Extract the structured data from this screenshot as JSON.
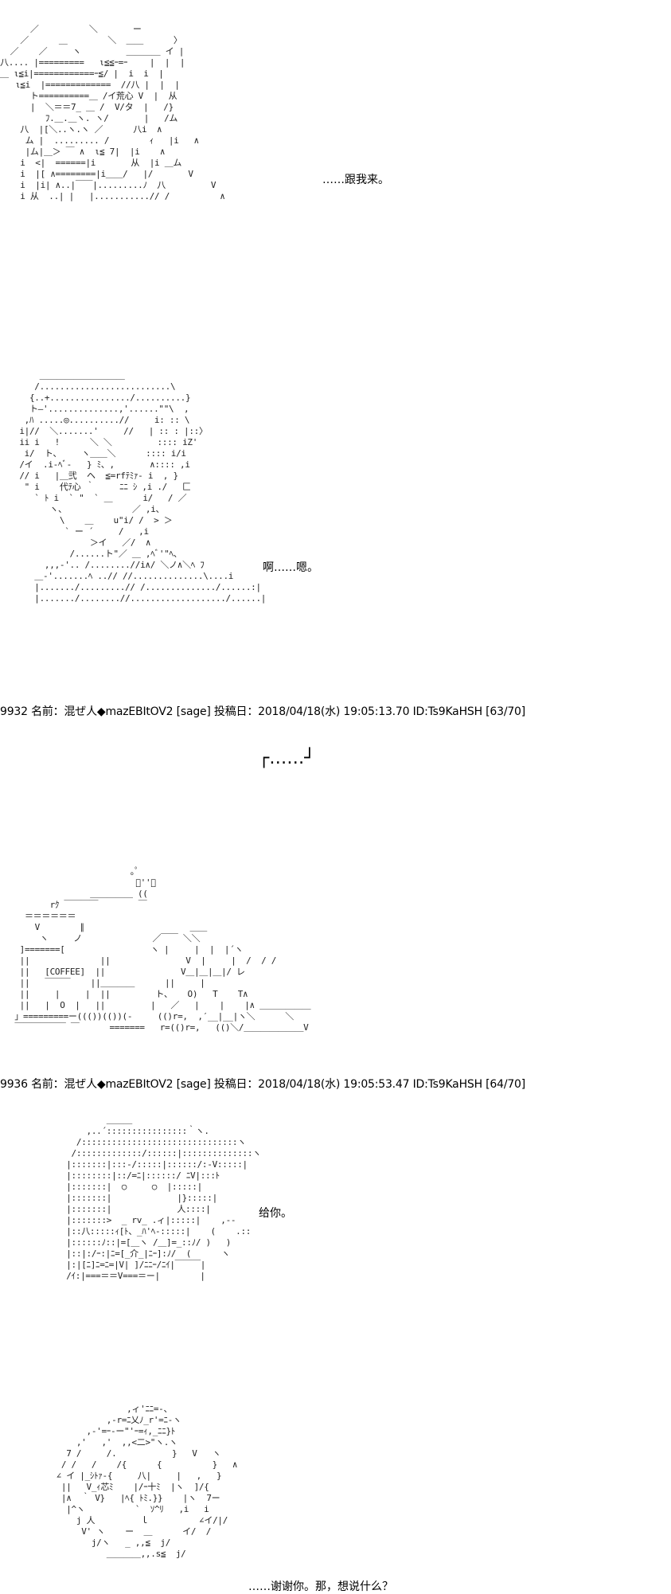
{
  "panels": [
    {
      "aa": "      ／          ＼       ー\n    ／      ＿        ＼  ＿＿      〉\n  ／    ／     ヽ         ＿＿＿＿ イ |\n八.... |=========   ι≦≦ｰ=ｰ 　　|  |  |\n＿ ι≦i|============ｰ≦/ |  i  i  |\n   ι≦i  |=============  //八 |  |  |\n      ト==========＿ /イ荒心 V  |  从\n      |  ＼＝＝7_ ＿ /  V/タ  |   /}\n         ﾌ.＿.＿ヽ. ヽ/       |   /ム\n    八  |[＼..ヽ.ヽ ／      八i  ∧\n     ム |  ......... /        ｨ   |i   ∧\n     |ム|＿＞ ￣ ∧  ι≦ 7|  |i    ∧\n    i  <|  ======|i       从  |i ＿ム\n    i  |[ ∧========|i＿＿/   |/       V\n    i  |i| ∧..|￣￣|.........ﾉ  八         V\n    i 从  ..| |   |...........// /          ∧",
      "dialog": "……跟我来。"
    },
    {
      "aa": "     ＿＿＿＿＿＿＿＿＿＿\n    /..........................\\\n   {..+................/..........}\n   ト―'..............,'......\"\"\\  ,\n  ,ﾊ .....◎..........//     i: :: \\\n i|//  ＼.......'     //   | :: : |::〉\n ii i   !      ＼ ＼         :::: iZ'\n  i/  ト、    ヽ＿＿＼      :::: i/i\n /イ  .i-ﾍﾞ-   } ﾐ、,       ∧:::: ,i\n // i   |＿弐  ヘ  ≦=rfﾃﾐｧ- i  , }\n  \" i    代ﾃ心 ｀     ﾆﾆ ｼ ,i ./   匚\n    ` ﾄ i  ` \"  ` ＿      i/   / ／\n       ヽ、             ／ ,i、\n         \\    ＿    u\"i/ /  > ＞\n          ` ー ´     /   ,i\n               ＞イ   ／/  ∧\n           /......ト\"／ ＿ ,ﾍﾞ'\"ﾍ、\n      ,,,-'.. /........//i∧/ ＼ノ∧＼ﾍ ﾌ\n    ＿-'.......ﾍ ..// //..............\\....i\n    |......./.........// /............../......:|\n    |......./........//.................../......|",
      "dialog": "啊……嗯。"
    }
  ],
  "post_headers": [
    "9932 名前：混ぜ人◆mazEBItOV2 [sage] 投稿日：2018/04/18(水) 19:05:13.70 ID:Ts9KaHSH [63/70]",
    "9936 名前：混ぜ人◆mazEBItOV2 [sage] 投稿日：2018/04/18(水) 19:05:53.47 ID:Ts9KaHSH [64/70]"
  ],
  "bracket_text": "┌……┘",
  "panels2": [
    {
      "aa": "                        ｡ﾟ\n                         ﾟ''｀\n                ＿＿＿＿＿ ((\n        rｸ ￣￣￣￣        ￣\n   ＝＝＝＝＝＝\n     V        ∥                     ＿＿\n      ヽ     ノ              ／￣￣ ＼＼\n  ]=======[                 ヽ |     |  |  |´ヽ\n  ||              ||               V  |     |  /  / /\n  ||   [COFFEE]  ||               V＿|＿|＿|/ レ\n  ||   ￣￣￣    ||＿＿＿＿      ||     |\n  ||     |     |  ||         ト、   O)   T    T∧\n  ||   |  O  |   ||         |   ／   |    |    |∧ ＿＿＿＿＿＿\n 」=========ー((())(())(‐     (()r=,  ,′__|__|ヽ＼      ＼\n ￣￣￣￣￣￣ ￣      =======   r=(()r=,   (()＼/＿＿＿＿＿＿＿V",
      "dialog": ""
    },
    {
      "aa": "                  ＿＿＿ \n              ,..´::::::::::::::::｀ヽ.\n            /:::::::::::::::::::::::::::::::ヽ\n           /:::::::::::::/::::::|::::::::::::::ヽ\n          |:::::::|:::-/:::::|::::::/:-V:::::|\n          |::::::::|::/=ﾆ|::::::/ ﾆV|:::ﾄ\n          |:::::::|  ○     ○  |:::::|\n          |:::::::|             |}:::::|\n          |:::::::|             人::::|\n          |:::::::>  _ rv_ .ィ|:::::|    ,--\n          |::八:::::ｨ[ﾄ、_ﾊ'ﾍ-:::::|    (    .::\n          |::::::ﾉ::|=[＿ヽ /＿]=_::ﾉ/ )   )\n          |::|:/ｰ:|ﾆ=[_介_|ﾆｰ]:ﾉ/  (      ヽ\n          |:|[ﾆ]ﾆ=ﾆ=|V| ]/ﾆﾆｰ/ﾆｲ|￣￣￣|\n          /ｲ:|===＝＝V===＝ー|        |",
      "dialog": "给你。"
    },
    {
      "aa": "                      ,ィ'ﾆﾆ=-、\n                  ,-r=ﾆ乂ﾉ_r'=ﾆ-ヽ\n              ,-'=ｰ-ー\"'ｰ=ｨ,_ﾆﾆ}ﾄ\n            ,'   ,'  ,,<二>\"ヽ.ヽ\n          7 /     /.           }   V   ヽ\n         / /   /    /{      {          }   ∧\n        ∠ イ |_ｼﾄｧ-{     八|     |   ,   }\n         ||   V_ｨ芯ﾐ    |/ｰ十ﾐ  |ヽ  ]/{\n         |∧  ｀ V}   |ﾍ{ ﾄﾐ.}}    |ヽ  7ー\n          |^ヽ          `  ｿ^ﾘ   ,i   i\n            j 人         ｌ          ∠イ/|/ \n             V' ヽ    ー  ＿      イ/  /\n               j/ヽ   _ ,,≦  j/\n                  ＿＿＿＿,,.s≦  j/",
      "dialog": "……谢谢你。那，想说什么？"
    }
  ]
}
